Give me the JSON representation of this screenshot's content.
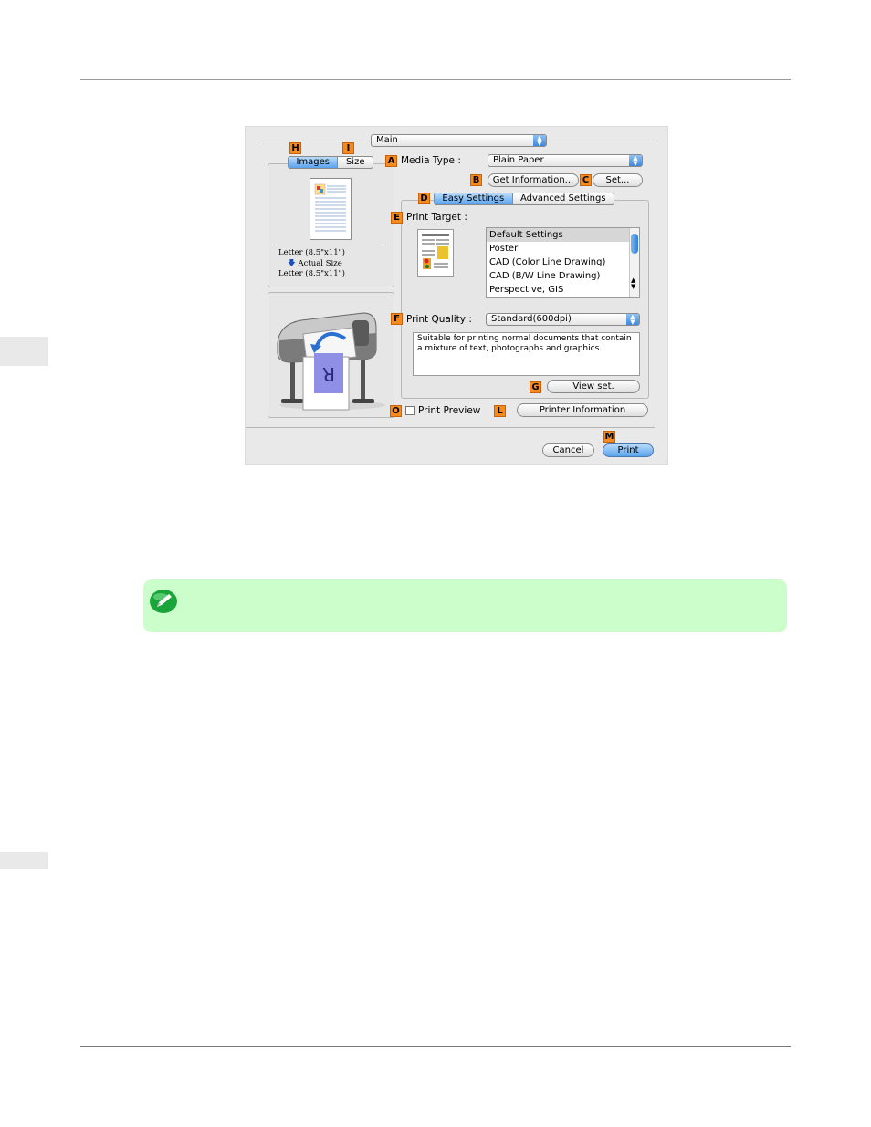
{
  "dialog": {
    "panel_popup": "Main",
    "tabs": {
      "images": "Images",
      "size": "Size"
    },
    "preview": {
      "paper_in": "Letter (8.5\"x11\")",
      "scale": "Actual Size",
      "paper_out": "Letter (8.5\"x11\")"
    },
    "media_type": {
      "label": "Media Type :",
      "value": "Plain Paper"
    },
    "get_information_button": "Get Information...",
    "set_button": "Set...",
    "settings_tabs": {
      "easy": "Easy Settings",
      "advanced": "Advanced Settings"
    },
    "print_target": {
      "label": "Print Target :",
      "items": [
        "Default Settings",
        "Poster",
        "CAD (Color Line Drawing)",
        "CAD (B/W Line Drawing)",
        "Perspective, GIS"
      ]
    },
    "print_quality": {
      "label": "Print Quality :",
      "value": "Standard(600dpi)",
      "description": "Suitable for printing normal documents that contain a mixture of text, photographs and graphics."
    },
    "view_set_button": "View set.",
    "print_preview_label": "Print Preview",
    "printer_information_button": "Printer Information",
    "cancel_button": "Cancel",
    "print_button": "Print",
    "badges": {
      "A": "A",
      "B": "B",
      "C": "C",
      "D": "D",
      "E": "E",
      "F": "F",
      "G": "G",
      "H": "H",
      "I": "I",
      "L": "L",
      "M": "M",
      "O": "O"
    }
  },
  "note_icon": "pencil-note-icon",
  "colors": {
    "note_bg": "#ccfecc",
    "badge": "#f58a1f",
    "accent_blue": "#5aa3ee"
  }
}
